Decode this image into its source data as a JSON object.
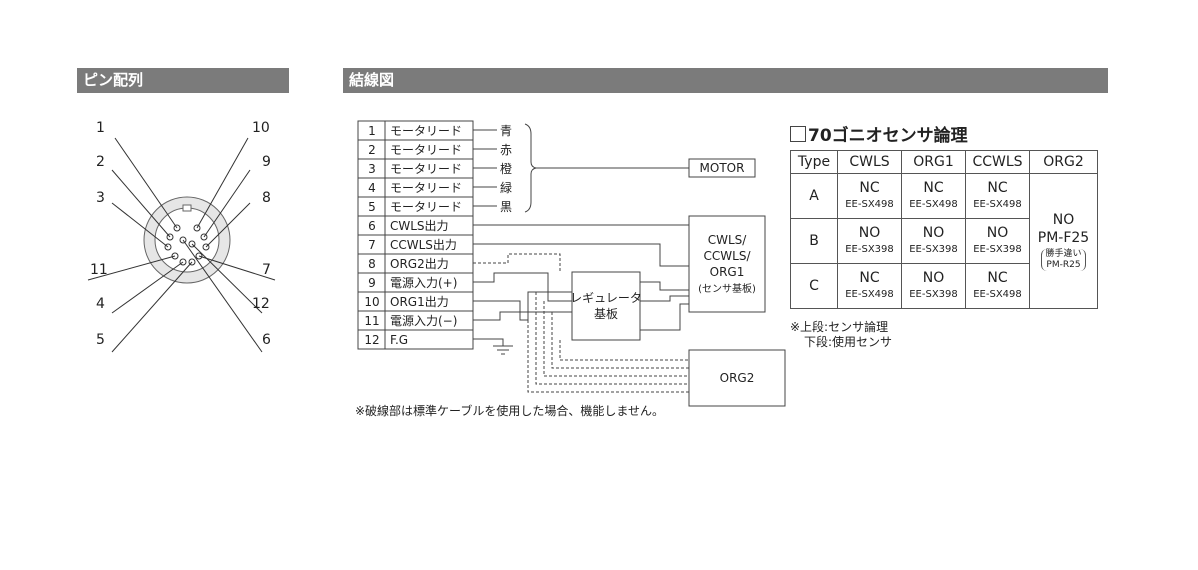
{
  "sections": {
    "pin_title": "ピン配列",
    "wiring_title": "結線図"
  },
  "pins": {
    "labels": {
      "p1": "1",
      "p2": "2",
      "p3": "3",
      "p4": "4",
      "p5": "5",
      "p6": "6",
      "p7": "7",
      "p8": "8",
      "p9": "9",
      "p10": "10",
      "p11": "11",
      "p12": "12"
    }
  },
  "wiring": {
    "rows": [
      {
        "num": "1",
        "name": "モータリード",
        "color": "青",
        "color_hex": "#1fa3d8"
      },
      {
        "num": "2",
        "name": "モータリード",
        "color": "赤",
        "color_hex": "#e23a2e"
      },
      {
        "num": "3",
        "name": "モータリード",
        "color": "橙",
        "color_hex": "#f08a1c"
      },
      {
        "num": "4",
        "name": "モータリード",
        "color": "緑",
        "color_hex": "#2ea043"
      },
      {
        "num": "5",
        "name": "モータリード",
        "color": "黒",
        "color_hex": "#222222"
      },
      {
        "num": "6",
        "name": "CWLS出力"
      },
      {
        "num": "7",
        "name": "CCWLS出力"
      },
      {
        "num": "8",
        "name": "ORG2出力"
      },
      {
        "num": "9",
        "name": "電源入力(+)"
      },
      {
        "num": "10",
        "name": "ORG1出力"
      },
      {
        "num": "11",
        "name": "電源入力(−)"
      },
      {
        "num": "12",
        "name": "F.G"
      }
    ],
    "motor_label": "MOTOR",
    "regulator": {
      "line1": "レギュレータ",
      "line2": "基板"
    },
    "sensor_board": {
      "line1": "CWLS/",
      "line2": "CCWLS/",
      "line3": "ORG1",
      "line4": "(センサ基板)"
    },
    "org2_label": "ORG2",
    "footnote": "※破線部は標準ケーブルを使用した場合、機能しません。"
  },
  "logic_table": {
    "title": "70ゴニオセンサ論理",
    "headers": [
      "Type",
      "CWLS",
      "ORG1",
      "CCWLS",
      "ORG2"
    ],
    "rows": [
      {
        "type": "A",
        "cwls": "NC",
        "cwls_sensor": "EE-SX498",
        "org1": "NC",
        "org1_sensor": "EE-SX498",
        "ccwls": "NC",
        "ccwls_sensor": "EE-SX498"
      },
      {
        "type": "B",
        "cwls": "NO",
        "cwls_sensor": "EE-SX398",
        "org1": "NO",
        "org1_sensor": "EE-SX398",
        "ccwls": "NO",
        "ccwls_sensor": "EE-SX398"
      },
      {
        "type": "C",
        "cwls": "NC",
        "cwls_sensor": "EE-SX498",
        "org1": "NO",
        "org1_sensor": "EE-SX398",
        "ccwls": "NC",
        "ccwls_sensor": "EE-SX498"
      }
    ],
    "org2": {
      "logic": "NO",
      "sensor": "PM-F25",
      "alt_note": "勝手違い",
      "alt_sensor": "PM-R25"
    },
    "note1": "※上段:センサ論理",
    "note2": "下段:使用センサ"
  }
}
